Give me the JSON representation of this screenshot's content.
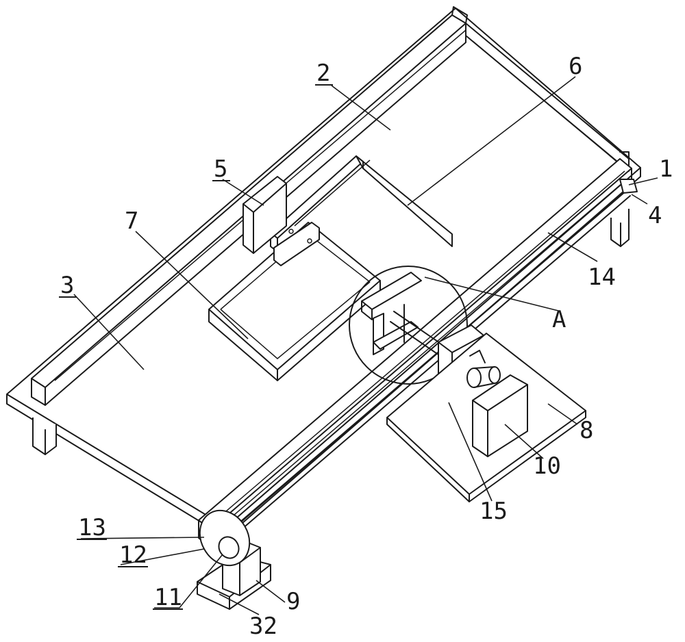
{
  "callouts": [
    {
      "id": "label-1",
      "text": "1"
    },
    {
      "id": "label-2",
      "text": "2"
    },
    {
      "id": "label-3",
      "text": "3"
    },
    {
      "id": "label-4",
      "text": "4"
    },
    {
      "id": "label-5",
      "text": "5"
    },
    {
      "id": "label-6",
      "text": "6"
    },
    {
      "id": "label-7",
      "text": "7"
    },
    {
      "id": "label-8",
      "text": "8"
    },
    {
      "id": "label-9",
      "text": "9"
    },
    {
      "id": "label-10",
      "text": "10"
    },
    {
      "id": "label-11",
      "text": "11"
    },
    {
      "id": "label-12",
      "text": "12"
    },
    {
      "id": "label-13",
      "text": "13"
    },
    {
      "id": "label-14",
      "text": "14"
    },
    {
      "id": "label-15",
      "text": "15"
    },
    {
      "id": "label-32",
      "text": "32"
    },
    {
      "id": "label-A",
      "text": "A"
    }
  ]
}
